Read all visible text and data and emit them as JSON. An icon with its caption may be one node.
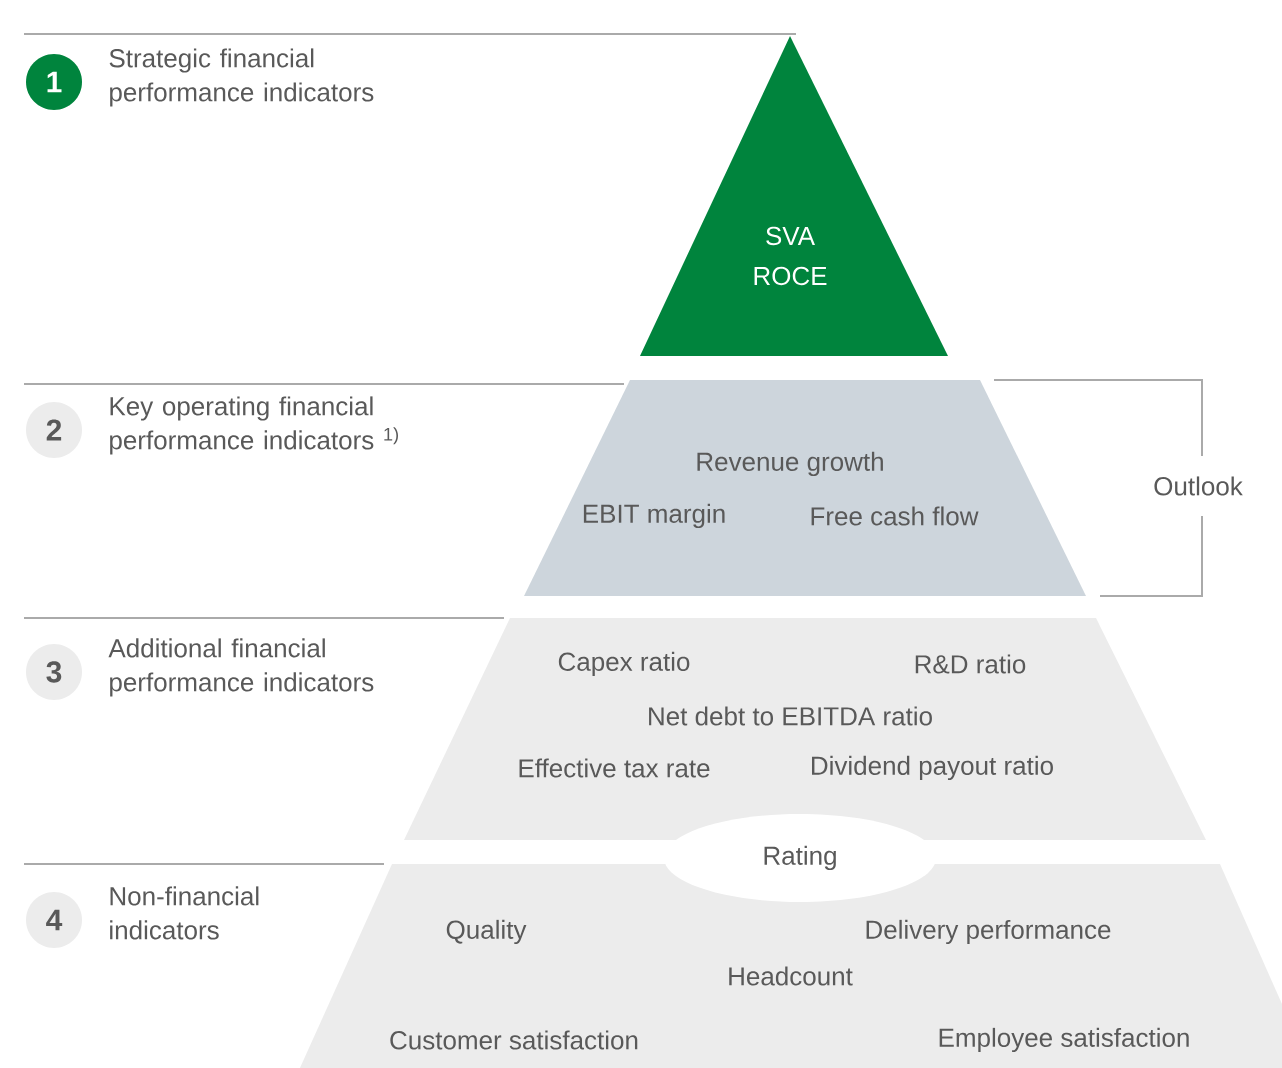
{
  "diagram": {
    "nodes": [
      {
        "text": [
          "1"
        ],
        "beside": [
          "Strategic financial performance indicators"
        ]
      },
      {
        "text": [
          "SVA",
          "ROCE"
        ]
      },
      {
        "text": [
          "2"
        ],
        "beside": [
          "Key operating financial performance indicators $^{1)}$"
        ]
      },
      {
        "text": [
          "Revenue growth",
          "EBIT margin",
          "Free cash flow"
        ]
      },
      {
        "text": [
          "3"
        ],
        "beside": [
          "Additional financial performance indicators"
        ]
      },
      {
        "text": [
          "Capex ratio",
          "R&D ratio",
          "Net debt to EBITDA ratio",
          "Effective tax rate",
          "Dividend payout ratio"
        ]
      },
      {
        "text": [
          "Rating"
        ]
      },
      {
        "text": [
          "4"
        ],
        "beside": [
          "Non-financial indicators"
        ]
      },
      {
        "text": [
          "Quality",
          "Delivery performance",
          "Headcount",
          "Customer satisfaction",
          "Employee satisfaction"
        ]
      }
    ],
    "edges": [],
    "labels": [
      "Outlook"
    ]
  }
}
